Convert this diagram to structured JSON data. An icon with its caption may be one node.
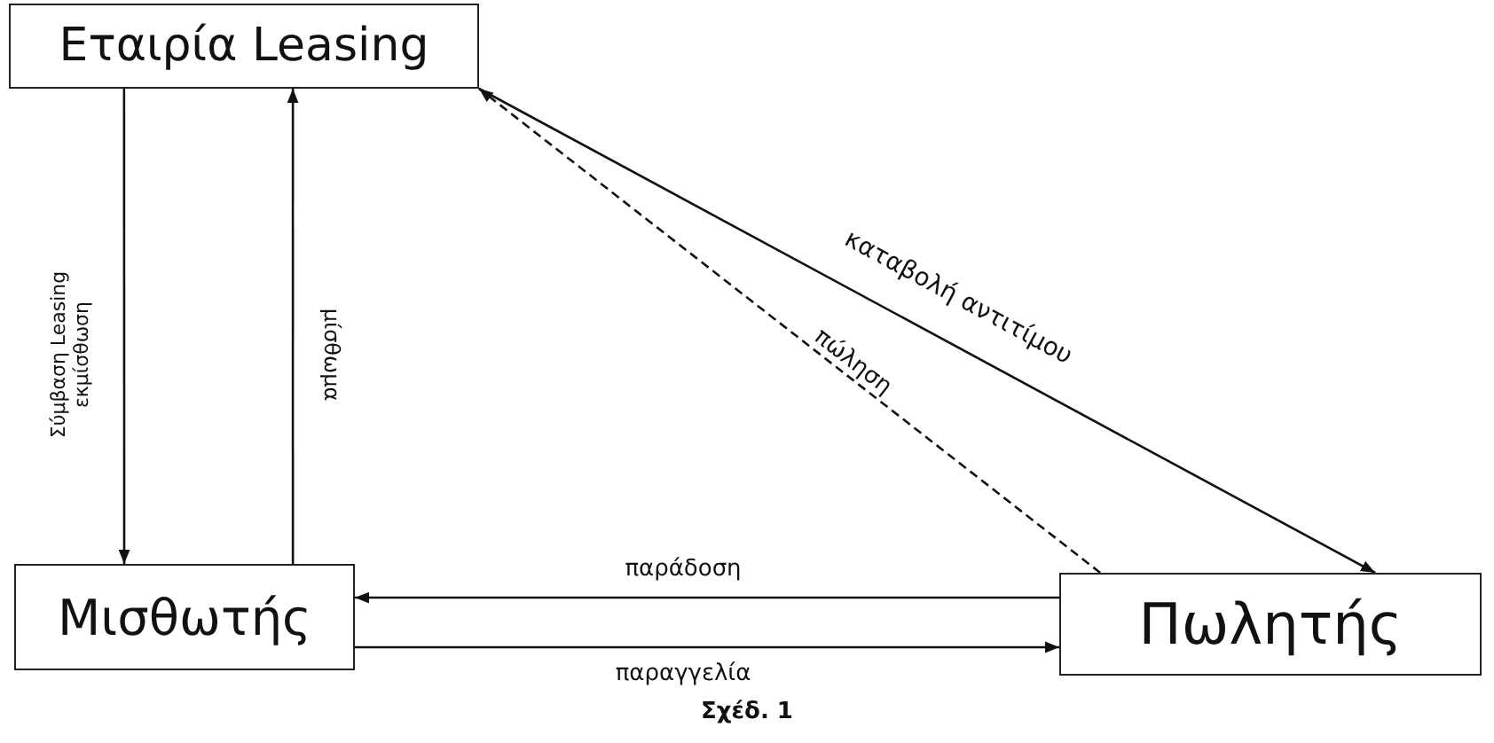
{
  "diagram": {
    "caption": "Σχέδ. 1",
    "nodes": [
      {
        "text": [
          "Εταιρία Leasing"
        ]
      },
      {
        "text": [
          "Μισθωτής"
        ]
      },
      {
        "text": [
          "Πωλητής"
        ]
      }
    ],
    "edges": [
      {
        "from": 0,
        "to": 1,
        "arrow": "to",
        "label": "Σύμβαση Leasing εκμίσθωση"
      },
      {
        "from": 1,
        "to": 0,
        "arrow": "to",
        "label": "μίσθωμα"
      },
      {
        "from": 2,
        "to": 0,
        "arrow": "to",
        "label": "πώληση",
        "style": "dashed"
      },
      {
        "from": 0,
        "to": 2,
        "arrow": "to",
        "label": "καταβολή αντιτίμου"
      },
      {
        "from": 2,
        "to": 1,
        "arrow": "to",
        "label": "παράδοση"
      },
      {
        "from": 1,
        "to": 2,
        "arrow": "to",
        "label": "παραγγελία"
      }
    ]
  }
}
